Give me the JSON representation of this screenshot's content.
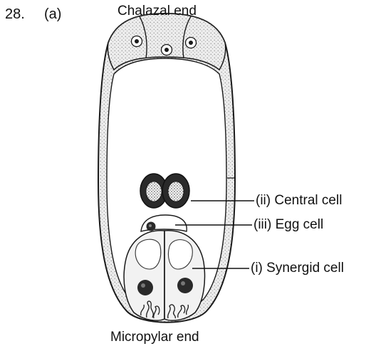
{
  "question": {
    "number": "28.",
    "part": "(a)"
  },
  "diagram": {
    "top_label": "Chalazal end",
    "bottom_label": "Micropylar end",
    "callouts": {
      "central_cell": "(ii) Central cell",
      "egg_cell": "(iii) Egg cell",
      "synergid_cell": "(i) Synergid cell"
    }
  },
  "colors": {
    "ink": "#1a1a1a",
    "stipple": "#e9e9e9",
    "cell_fill": "#f2f2f2",
    "nucleus": "#2a2a2a"
  }
}
